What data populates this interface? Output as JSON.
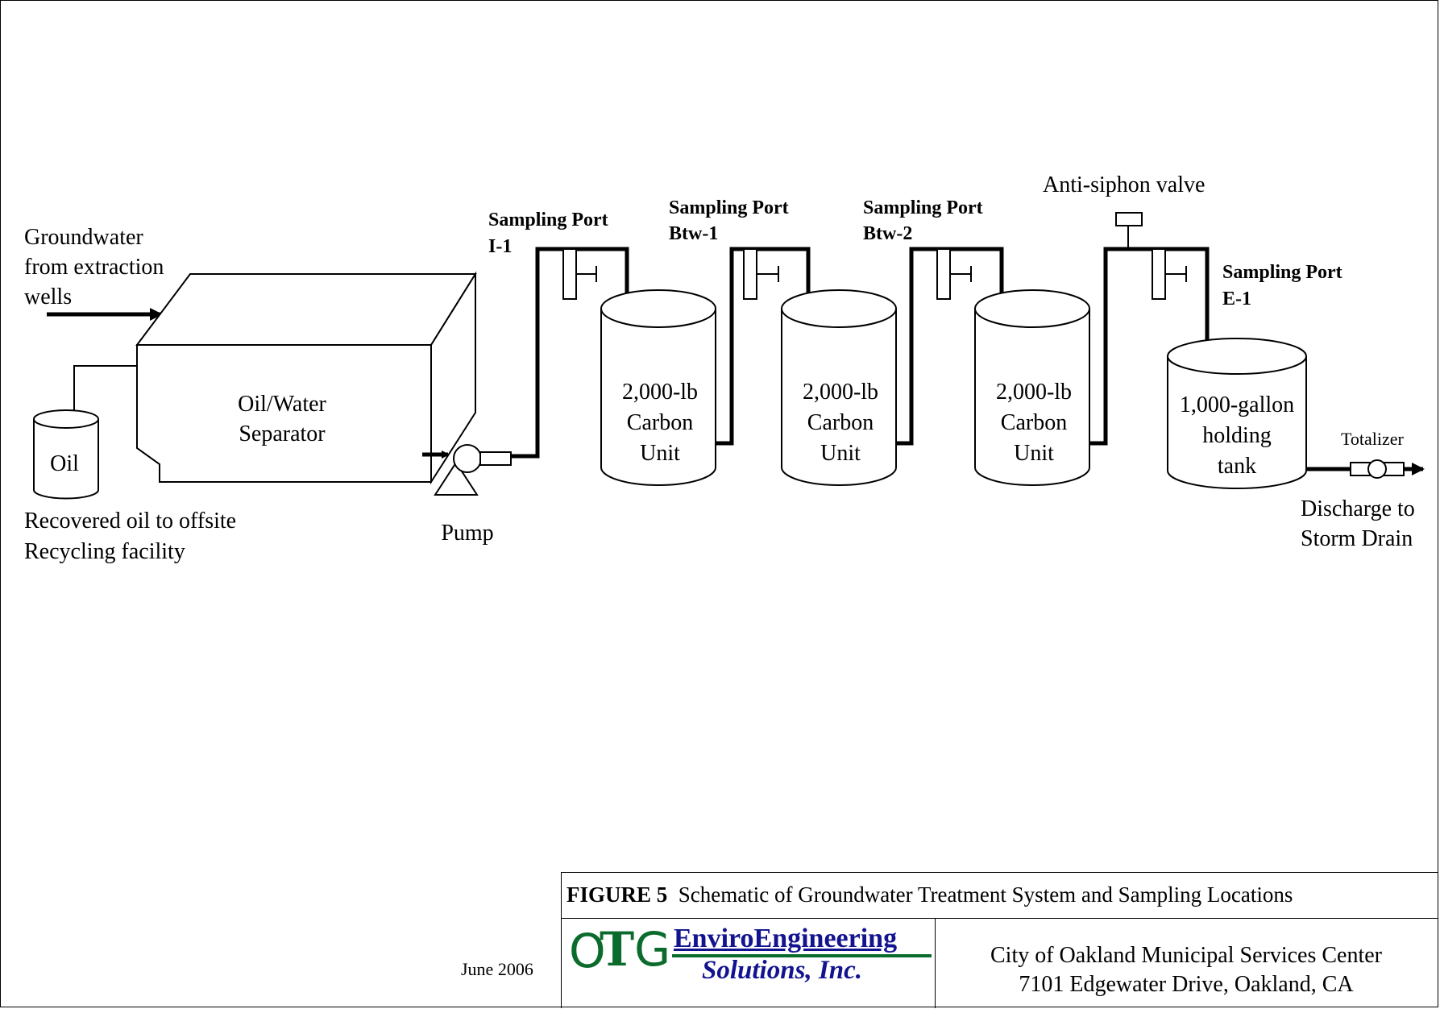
{
  "diagram": {
    "inflow_label": [
      "Groundwater",
      "from extraction",
      "wells"
    ],
    "separator_label": [
      "Oil/Water",
      "Separator"
    ],
    "oil_drum_label": "Oil",
    "recovered_oil_label": [
      "Recovered oil to offsite",
      "Recycling facility"
    ],
    "pump_label": "Pump",
    "sampling_ports": [
      {
        "line1": "Sampling Port",
        "line2": "I-1"
      },
      {
        "line1": "Sampling Port",
        "line2": "Btw-1"
      },
      {
        "line1": "Sampling Port",
        "line2": "Btw-2"
      },
      {
        "line1": "Sampling Port",
        "line2": "E-1"
      }
    ],
    "carbon_units": [
      [
        "2,000-lb",
        "Carbon",
        "Unit"
      ],
      [
        "2,000-lb",
        "Carbon",
        "Unit"
      ],
      [
        "2,000-lb",
        "Carbon",
        "Unit"
      ]
    ],
    "anti_siphon_label": "Anti-siphon valve",
    "holding_tank_label": [
      "1,000-gallon",
      "holding",
      "tank"
    ],
    "totalizer_label": "Totalizer",
    "discharge_label": [
      "Discharge to",
      "Storm Drain"
    ]
  },
  "title_block": {
    "figure_number": "FIGURE 5",
    "figure_title": "Schematic of Groundwater Treatment System and Sampling Locations",
    "logo_letters": [
      "O",
      "T",
      "G"
    ],
    "company_line1": "EnviroEngineering",
    "company_line2": "Solutions, Inc.",
    "client_line1": "City of Oakland Municipal Services Center",
    "client_line2": "7101 Edgewater Drive, Oakland, CA",
    "date": "June 2006",
    "logo_color": "#0b6b2c",
    "company_color": "#13138f"
  }
}
